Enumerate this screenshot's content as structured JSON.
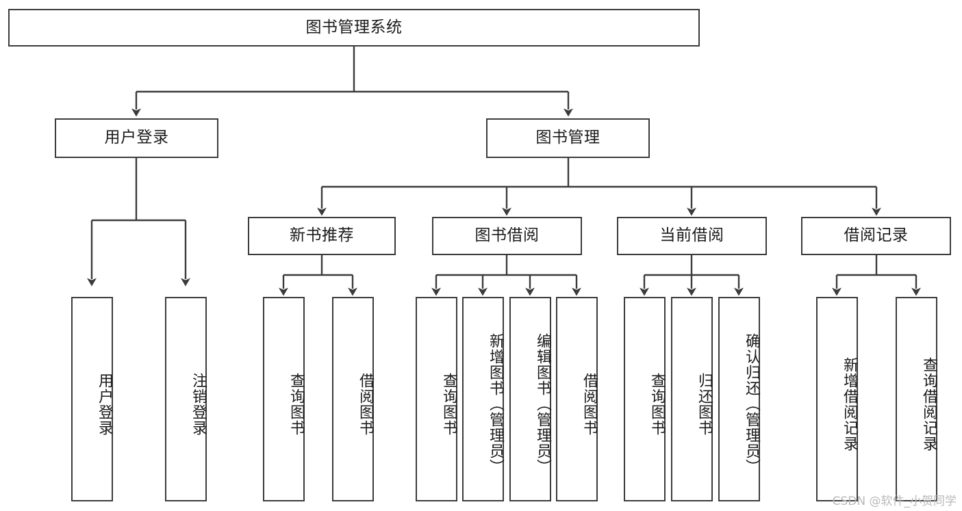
{
  "diagram": {
    "title": "图书管理系统",
    "watermark": "CSDN @软件_小贺同学",
    "line_color": "#3b3b3b",
    "background_color": "#ffffff",
    "text_color": "#1a1a1a",
    "root": {
      "label": "图书管理系统"
    },
    "level2": [
      {
        "label": "用户登录"
      },
      {
        "label": "图书管理"
      }
    ],
    "level3": [
      {
        "label": "新书推荐"
      },
      {
        "label": "图书借阅"
      },
      {
        "label": "当前借阅"
      },
      {
        "label": "借阅记录"
      }
    ],
    "leaves": {
      "user_login": [
        {
          "label": "用户登录"
        },
        {
          "label": "注销登录"
        }
      ],
      "new_book": [
        {
          "label": "查询图书"
        },
        {
          "label": "借阅图书"
        }
      ],
      "borrow": [
        {
          "label": "查询图书"
        },
        {
          "label": "新增图书（管理员）"
        },
        {
          "label": "编辑图书（管理员）"
        },
        {
          "label": "借阅图书"
        }
      ],
      "current": [
        {
          "label": "查询图书"
        },
        {
          "label": "归还图书"
        },
        {
          "label": "确认归还（管理员）"
        }
      ],
      "records": [
        {
          "label": "新增借阅记录"
        },
        {
          "label": "查询借阅记录"
        }
      ]
    }
  }
}
